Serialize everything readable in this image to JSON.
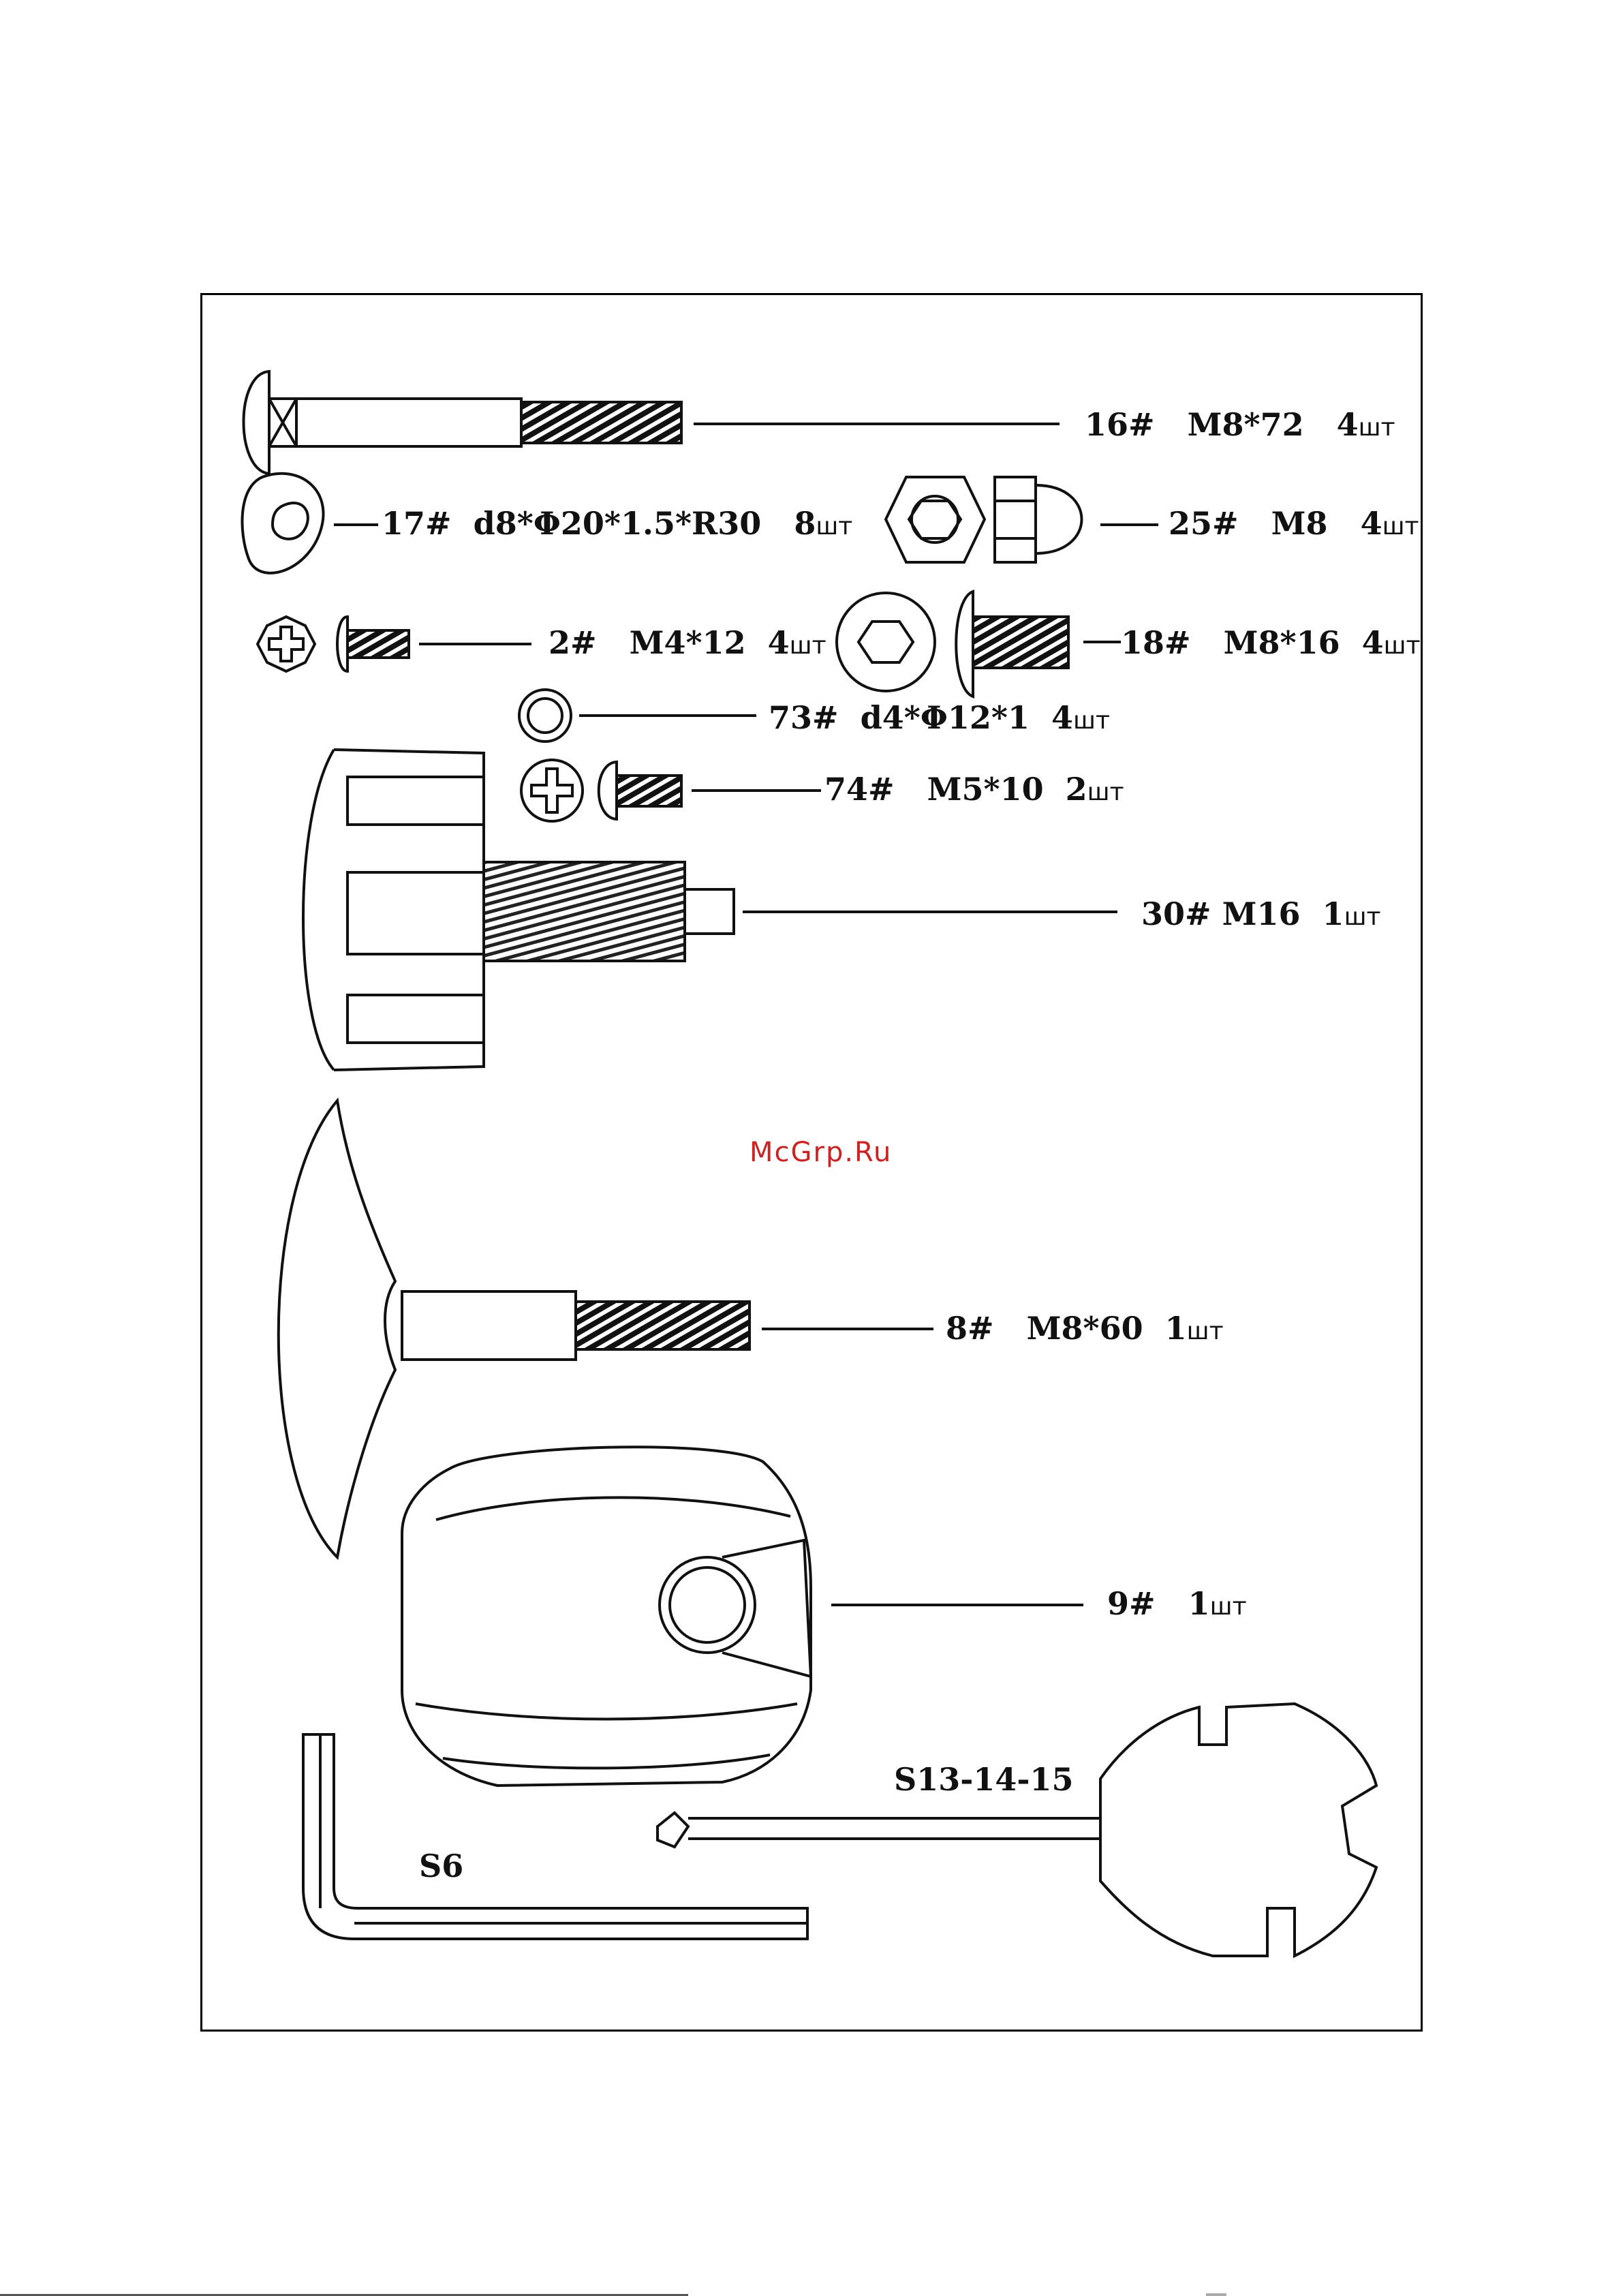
{
  "parts": [
    {
      "id": "16#",
      "spec": "M8*72",
      "qty": "4",
      "unit": "шт"
    },
    {
      "id": "17#",
      "spec": "d8*Φ20*1.5*R30",
      "qty": "8",
      "unit": "шт"
    },
    {
      "id": "25#",
      "spec": "M8",
      "qty": "4",
      "unit": "шт"
    },
    {
      "id": "2#",
      "spec": "M4*12",
      "qty": "4",
      "unit": "шт"
    },
    {
      "id": "18#",
      "spec": "M8*16",
      "qty": "4",
      "unit": "шт"
    },
    {
      "id": "73#",
      "spec": "d4*Φ12*1",
      "qty": "4",
      "unit": "шт"
    },
    {
      "id": "74#",
      "spec": "M5*10",
      "qty": "2",
      "unit": "шт"
    },
    {
      "id": "30#",
      "spec": "M16",
      "qty": "1",
      "unit": "шт"
    },
    {
      "id": "8#",
      "spec": "M8*60",
      "qty": "1",
      "unit": "шт"
    },
    {
      "id": "9#",
      "spec": "",
      "qty": "1",
      "unit": "шт"
    }
  ],
  "tools": {
    "wrench": "S13-14-15",
    "hex_key": "S6"
  },
  "watermark": {
    "text": "McGrp.Ru",
    "color": "#cc2222"
  }
}
